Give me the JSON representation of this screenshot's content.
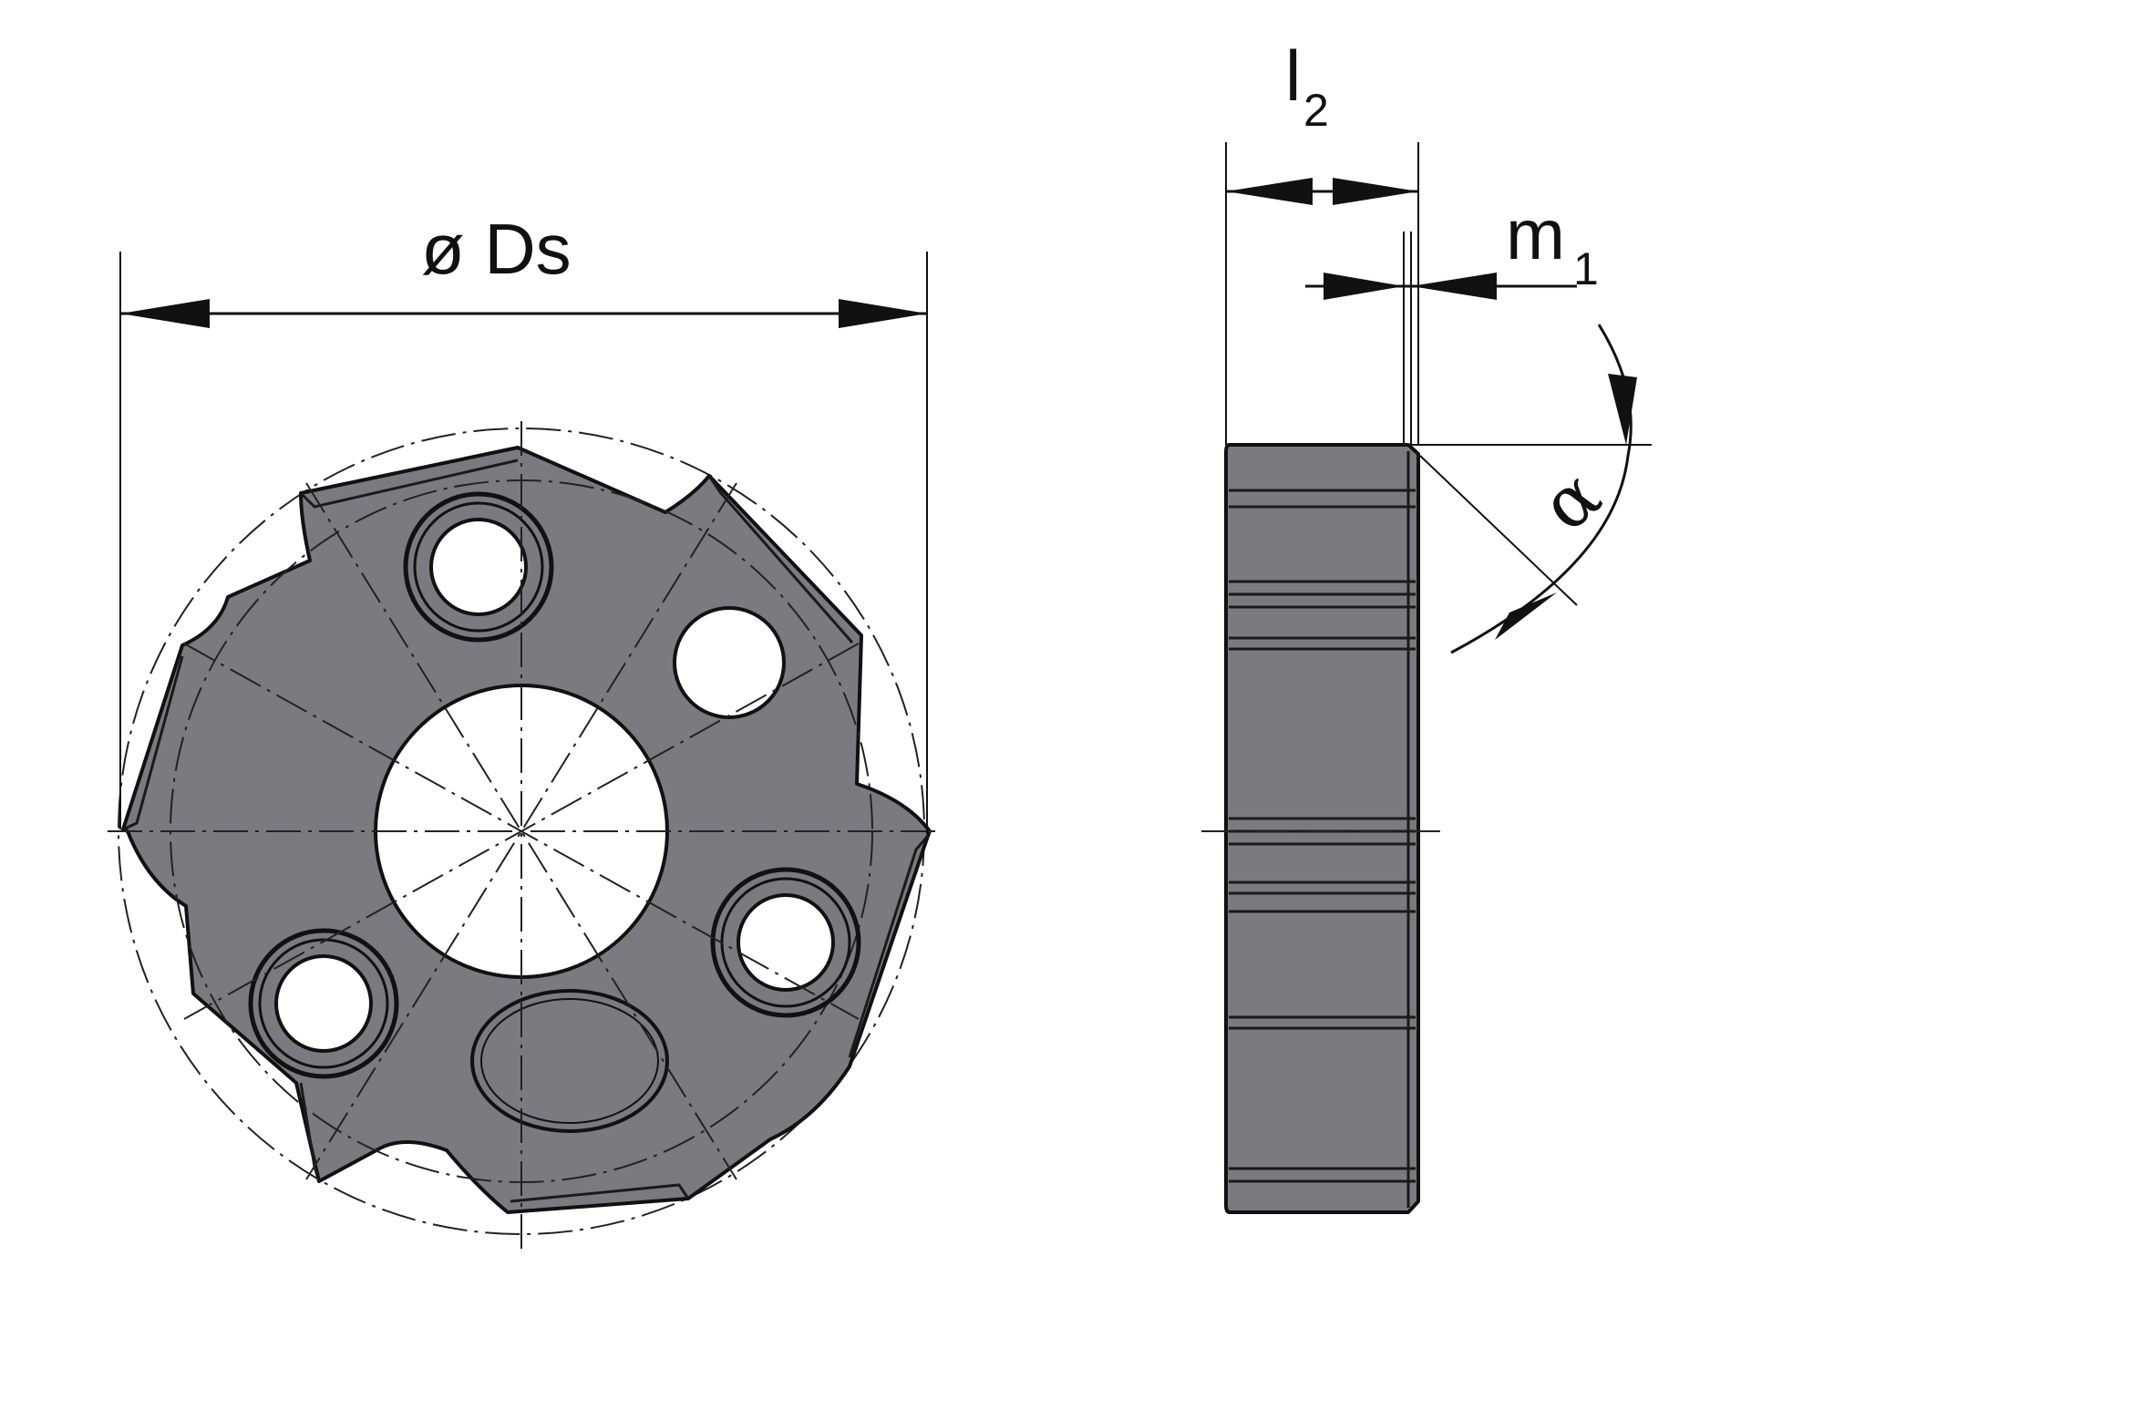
{
  "colors": {
    "part_fill": "#7b7a80",
    "line": "#111111",
    "background": "#ffffff"
  },
  "labels": {
    "diameter": "ø Ds",
    "width_main": "l",
    "width_sub": "2",
    "chamfer_main": "m",
    "chamfer_sub": "1",
    "angle": "α"
  }
}
